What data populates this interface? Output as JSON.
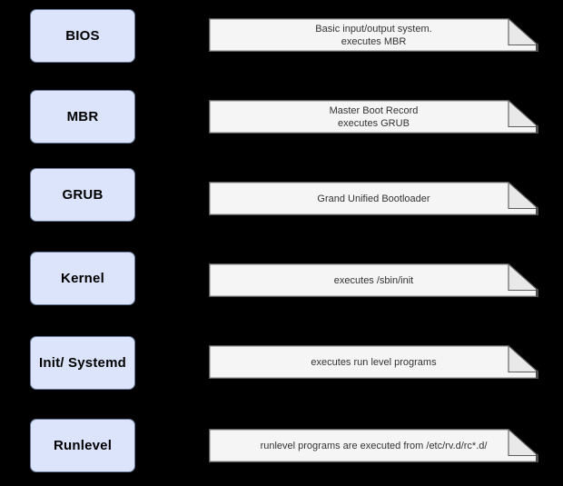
{
  "diagram": {
    "title_implied": "Linux boot process stages",
    "colors": {
      "background": "#000000",
      "stage_box_fill": "#dbe4fb",
      "stage_box_border": "#66799a",
      "stage_box_text": "#000000",
      "note_fill": "#f5f5f5",
      "note_fold_fill": "#e9e9e9",
      "note_border": "#5c5c5c",
      "note_text": "#333333"
    },
    "rows": [
      {
        "box_label": "BIOS",
        "note_text": "Basic input/output system.\nexecutes MBR"
      },
      {
        "box_label": "MBR",
        "note_text": "Master Boot Record\nexecutes GRUB"
      },
      {
        "box_label": "GRUB",
        "note_text": "Grand Unified Bootloader"
      },
      {
        "box_label": "Kernel",
        "note_text": "executes /sbin/init"
      },
      {
        "box_label": "Init/ Systemd",
        "note_text": "executes run level programs"
      },
      {
        "box_label": "Runlevel",
        "note_text": "runlevel programs are executed from /etc/rv.d/rc*.d/"
      }
    ]
  }
}
